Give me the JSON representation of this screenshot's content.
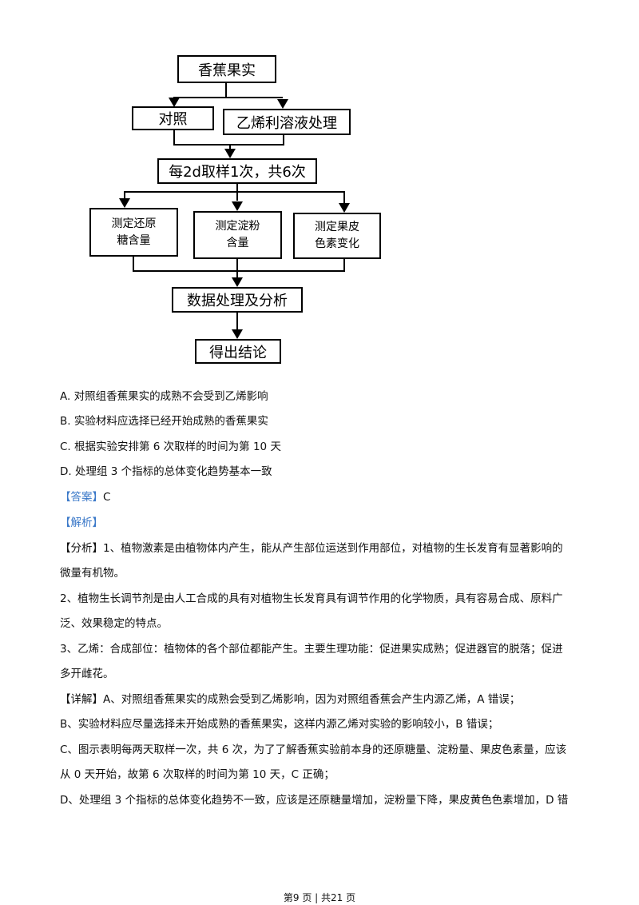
{
  "flowchart": {
    "top": "香蕉果实",
    "control": "对照",
    "treatment": "乙烯利溶液处理",
    "sample": "每2d取样1次，共6次",
    "measure1": "测定还原\n糖含量",
    "measure2": "测定淀粉\n含量",
    "measure3": "测定果皮\n色素变化",
    "analysis": "数据处理及分析",
    "conclusion": "得出结论"
  },
  "options": [
    "A.  对照组香蕉果实的成熟不会受到乙烯影响",
    "B.  实验材料应选择已经开始成熟的香蕉果实",
    "C.  根据实验安排第 6 次取样的时间为第 10 天",
    "D.  处理组 3 个指标的总体变化趋势基本一致"
  ],
  "answer": {
    "label": "【答案】",
    "value": "C"
  },
  "analysis_label": "【解析】",
  "paragraphs": {
    "p1a_label": "【分析】",
    "p1a": "1、植物激素是由植物体内产生，能从产生部位运送到作用部位，对植物的生长发育有显著影响的",
    "p1b": "微量有机物。",
    "p2a": "2、植物生长调节剂是由人工合成的具有对植物生长发育具有调节作用的化学物质，具有容易合成、原料广",
    "p2b": "泛、效果稳定的特点。",
    "p3a": "3、乙烯：合成部位：植物体的各个部位都能产生。主要生理功能：促进果实成熟；促进器官的脱落；促进",
    "p3b": "多开雌花。",
    "d_label": "【详解】",
    "d1": "A、对照组香蕉果实的成熟会受到乙烯影响，因为对照组香蕉会产生内源乙烯，A 错误；",
    "d2": "B、实验材料应尽量选择未开始成熟的香蕉果实，这样内源乙烯对实验的影响较小，B 错误；",
    "d3a": "C、图示表明每两天取样一次，共 6 次，为了了解香蕉实验前本身的还原糖量、淀粉量、果皮色素量，应该",
    "d3b": "从 0 天开始，故第 6 次取样的时间为第 10 天，C 正确；",
    "d4": "D、处理组 3 个指标的总体变化趋势不一致，应该是还原糖量增加，淀粉量下降，果皮黄色色素增加，D 错"
  },
  "footer": "第9 页  |  共21 页"
}
